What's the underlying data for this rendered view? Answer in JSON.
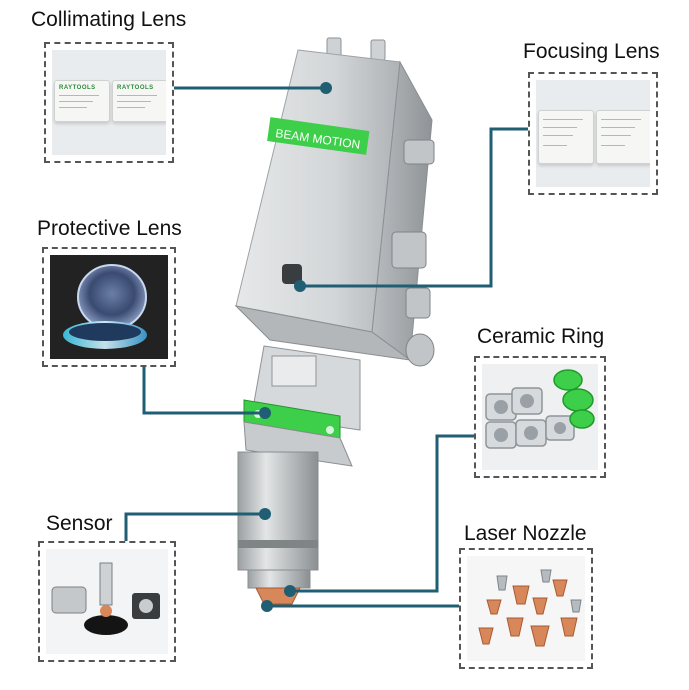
{
  "labels": {
    "collimating_lens": "Collimating Lens",
    "focusing_lens": "Focusing Lens",
    "protective_lens": "Protective Lens",
    "ceramic_ring": "Ceramic Ring",
    "sensor": "Sensor",
    "laser_nozzle": "Laser Nozzle"
  },
  "head_branding": "BEAM  MOTION",
  "case_brand": "RAYTOOLS",
  "colors": {
    "leader_line": "#1f5e73",
    "accent_green": "#3ecf4a",
    "copper": "#d8875a",
    "housing": "#c9ccce"
  }
}
